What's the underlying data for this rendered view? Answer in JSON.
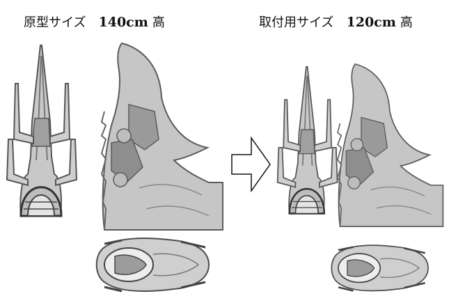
{
  "captions": {
    "original": {
      "label": "原型サイズ",
      "size": "140cm",
      "unit": "高"
    },
    "installed": {
      "label": "取付用サイズ",
      "size": "120cm",
      "unit": "高"
    }
  },
  "colors": {
    "fill_light": "#d0d0d0",
    "fill_mid": "#a8a8a8",
    "fill_dark": "#8a8a8a",
    "outline": "#5a5a5a"
  },
  "icons": {
    "arrow": "right-arrow-outline-icon"
  }
}
